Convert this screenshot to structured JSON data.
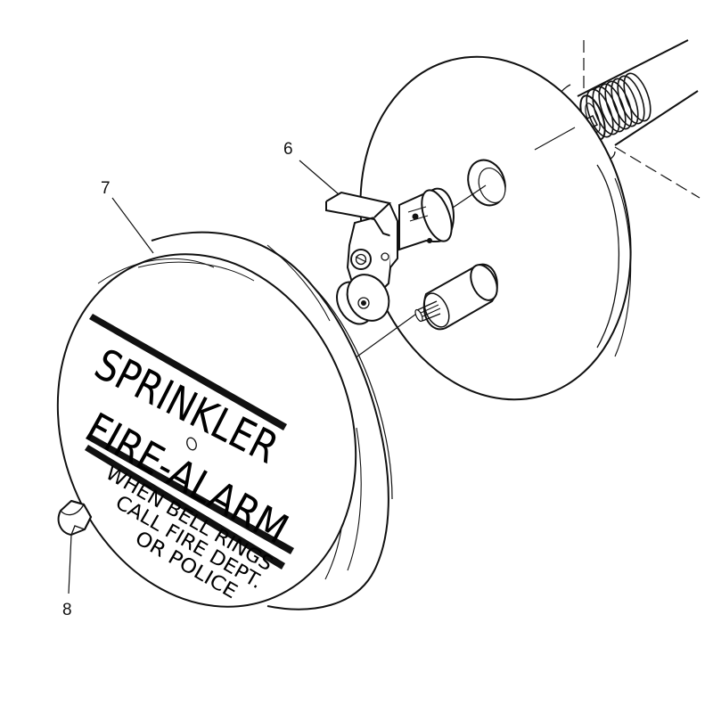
{
  "callouts": [
    {
      "id": "6",
      "label": "6"
    },
    {
      "id": "7",
      "label": "7"
    },
    {
      "id": "8",
      "label": "8"
    }
  ],
  "sign": {
    "line1": "SPRINKLER",
    "line2": "FIRE-ALARM",
    "line3": "WHEN BELL RINGS",
    "line4": "CALL FIRE DEPT.",
    "line5": "OR POLICE"
  },
  "colors": {
    "stroke": "#111111",
    "background": "#ffffff"
  }
}
